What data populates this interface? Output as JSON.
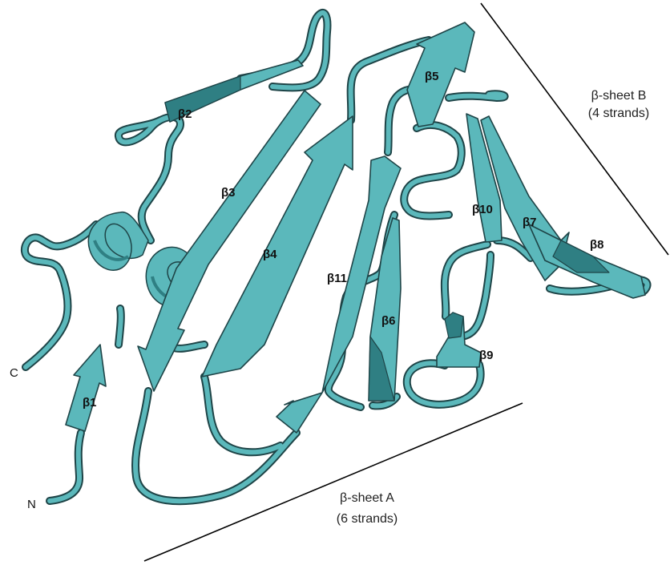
{
  "colors": {
    "ribbon": "#5bb8bb",
    "ribbon_dark": "#2f7f83",
    "outline": "#1e4447",
    "guide_line": "#000000"
  },
  "strand_labels": [
    "β1",
    "β2",
    "β3",
    "β4",
    "β5",
    "β6",
    "β7",
    "β8",
    "β9",
    "β10",
    "β11"
  ],
  "termini": {
    "n": "N",
    "c": "C"
  },
  "sheet_a": {
    "title": "β-sheet A",
    "subtitle": "(6 strands)"
  },
  "sheet_b": {
    "title": "β-sheet B",
    "subtitle": "(4 strands)"
  }
}
